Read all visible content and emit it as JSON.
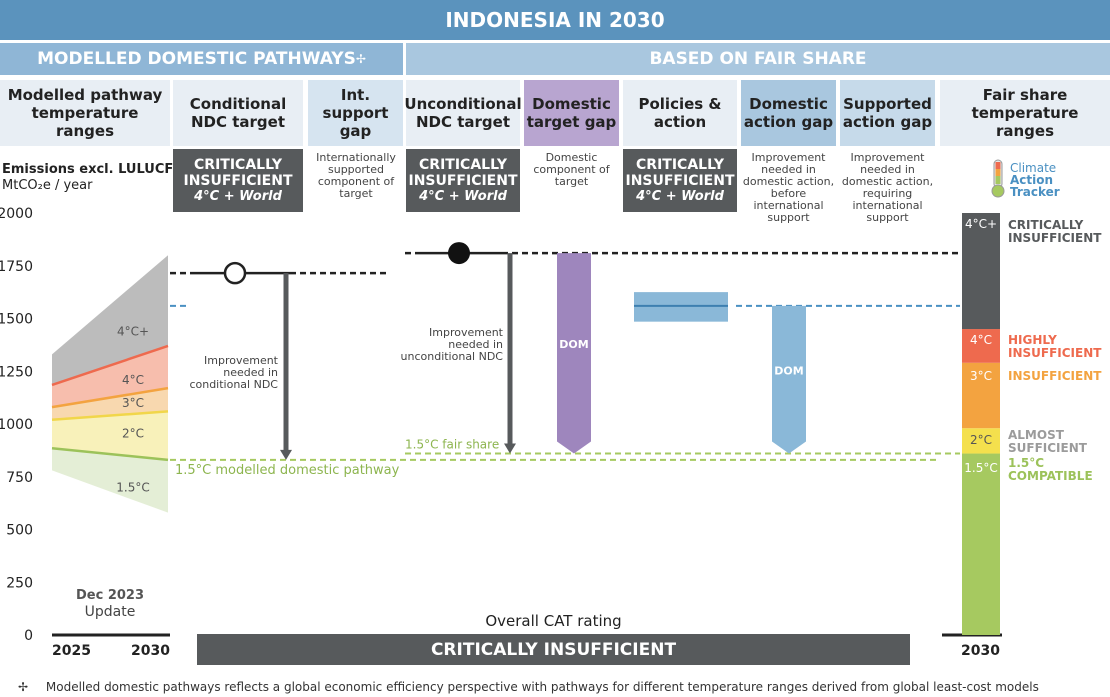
{
  "title": "INDONESIA IN 2030",
  "sections": {
    "modelled": "MODELLED DOMESTIC PATHWAYS",
    "modelled_mark": "✢",
    "fairshare": "BASED ON FAIR SHARE"
  },
  "columns": {
    "modelled_ranges": "Modelled pathway temperature ranges",
    "conditional": "Conditional NDC target",
    "int_support": "Int. support gap",
    "unconditional": "Unconditional NDC target",
    "domestic_target_gap": "Domestic target gap",
    "policies": "Policies & action",
    "domestic_action_gap": "Domestic action gap",
    "supported_action_gap": "Supported action gap",
    "fair_share": "Fair share temperature ranges"
  },
  "ratings": {
    "label": "CRITICALLY INSUFFICIENT",
    "sub": "4°C + World"
  },
  "notes": {
    "int_support": "Internationally supported component of target",
    "domestic_target": "Domestic component of target",
    "domestic_action": "Improvement needed in domestic action, before international support",
    "supported_action": "Improvement needed in domestic action, requiring international support"
  },
  "yaxis_label": "Emissions excl. LULUCF",
  "yaxis_unit": "MtCO₂e / year",
  "logo": {
    "line1": "Climate",
    "line2": "Action",
    "line3": "Tracker"
  },
  "update": {
    "line1": "Dec 2023",
    "line2": "Update"
  },
  "overall_label": "Overall CAT rating",
  "overall_rating": "CRITICALLY INSUFFICIENT",
  "footer_mark": "✢",
  "footer_text": "Modelled domestic pathways reflects a global economic efficiency perspective with pathways for different temperature ranges derived from global least-cost models",
  "colors": {
    "title_bg": "#5b93bd",
    "section_modelled": "#8fb6d6",
    "section_fair": "#a9c7df",
    "header_bg": "#e8eef4",
    "dark": "#575a5c",
    "purple": "#9e86bd",
    "blue": "#8ab8d8",
    "green": "#a6c960"
  },
  "chart_data": {
    "type": "area",
    "ylim": [
      0,
      2000
    ],
    "yticks": [
      0,
      250,
      500,
      750,
      1000,
      1250,
      1500,
      1750,
      2000
    ],
    "x": [
      "2025",
      "2030"
    ],
    "modelled_pathways": {
      "bands": [
        {
          "name": "4°C+",
          "color": "#b5b5b5",
          "lower": [
            1185,
            1370
          ],
          "upper": [
            1330,
            1800
          ]
        },
        {
          "name": "4°C",
          "color": "#f6b7a4",
          "lower": [
            1080,
            1170
          ],
          "upper": [
            1185,
            1370
          ]
        },
        {
          "name": "3°C",
          "color": "#f7d4a6",
          "lower": [
            1020,
            1060
          ],
          "upper": [
            1080,
            1170
          ]
        },
        {
          "name": "2°C",
          "color": "#f7efb3",
          "lower": [
            885,
            830
          ],
          "upper": [
            1020,
            1060
          ]
        },
        {
          "name": "1.5°C",
          "color": "#e1ecd2",
          "lower": [
            780,
            580
          ],
          "upper": [
            885,
            830
          ]
        }
      ],
      "boundary_lines": [
        {
          "values": [
            1185,
            1370
          ],
          "color": "#ee6a4e"
        },
        {
          "values": [
            1080,
            1170
          ],
          "color": "#f3a340"
        },
        {
          "values": [
            1020,
            1060
          ],
          "color": "#f1d64a"
        },
        {
          "values": [
            885,
            830
          ],
          "color": "#9cc25a"
        }
      ]
    },
    "conditional_ndc": 1715,
    "unconditional_ndc": 1810,
    "policies_range": [
      1485,
      1625
    ],
    "policies_mid": 1560,
    "modelled_1_5": 830,
    "fair_share_1_5": 860,
    "domestic_target_gap": {
      "top": 1810,
      "bottom": 860,
      "label": "DOM"
    },
    "domestic_action_gap": {
      "top": 1560,
      "bottom": 860,
      "label": "DOM"
    },
    "improvement_conditional": "Improvement needed in conditional NDC",
    "improvement_unconditional": "Improvement needed in unconditional NDC",
    "label_modelled_1_5": "1.5°C modelled domestic pathway",
    "label_fair_1_5": "1.5°C fair share",
    "fair_share_bar": {
      "year": "2030",
      "segments": [
        {
          "name": "1.5°C",
          "from": 0,
          "to": 860,
          "color": "#a6c960"
        },
        {
          "name": "2°C",
          "from": 860,
          "to": 980,
          "color": "#f4e04d"
        },
        {
          "name": "3°C",
          "from": 980,
          "to": 1290,
          "color": "#f3a340"
        },
        {
          "name": "4°C",
          "from": 1290,
          "to": 1450,
          "color": "#ee6a4e"
        },
        {
          "name": "4°C+",
          "from": 1450,
          "to": 2000,
          "color": "#575a5c"
        }
      ],
      "ratings": [
        {
          "text": "CRITICALLY INSUFFICIENT",
          "color": "#575a5c"
        },
        {
          "text": "HIGHLY INSUFFICIENT",
          "color": "#ee6a4e"
        },
        {
          "text": "INSUFFICIENT",
          "color": "#f3a340"
        },
        {
          "text": "ALMOST SUFFICIENT",
          "color": "#9b9b9b"
        },
        {
          "text": "1.5°C COMPATIBLE",
          "color": "#9cc25a"
        }
      ]
    }
  }
}
